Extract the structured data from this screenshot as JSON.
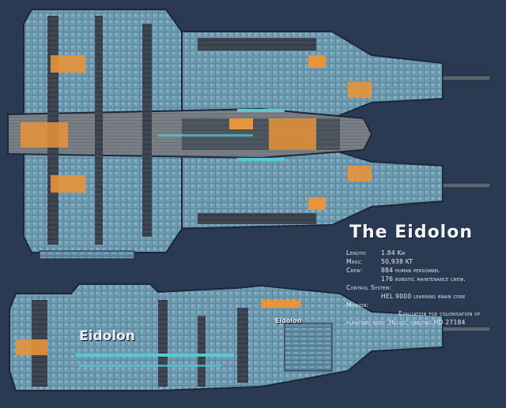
{
  "ship": {
    "title": "The Eidolon",
    "hull_name_large": "Eidolon",
    "hull_name_small": "Eidolon"
  },
  "specs": {
    "length_label": "Length:",
    "length_value": "1.84 Km",
    "mass_label": "Mass:",
    "mass_value": "50,938 KT",
    "crew_label": "Crew:",
    "crew_line1": "884 human personnel",
    "crew_line2": "176 robotic maintenance crew.",
    "control_label": "Control System:",
    "control_value": "HEL 9000 learning brain core",
    "mission_label": "Mission:",
    "mission_line1": "Evaluation for colonisation of",
    "mission_line2": "planetary body 'Helios' orbiting HD 27184"
  },
  "colors": {
    "background": "#2a3a52",
    "hull_blue": "#6f9bb3",
    "hull_dark": "#3d4652",
    "accent_orange": "#e8943a",
    "engine_cyan": "#57c9d6"
  }
}
